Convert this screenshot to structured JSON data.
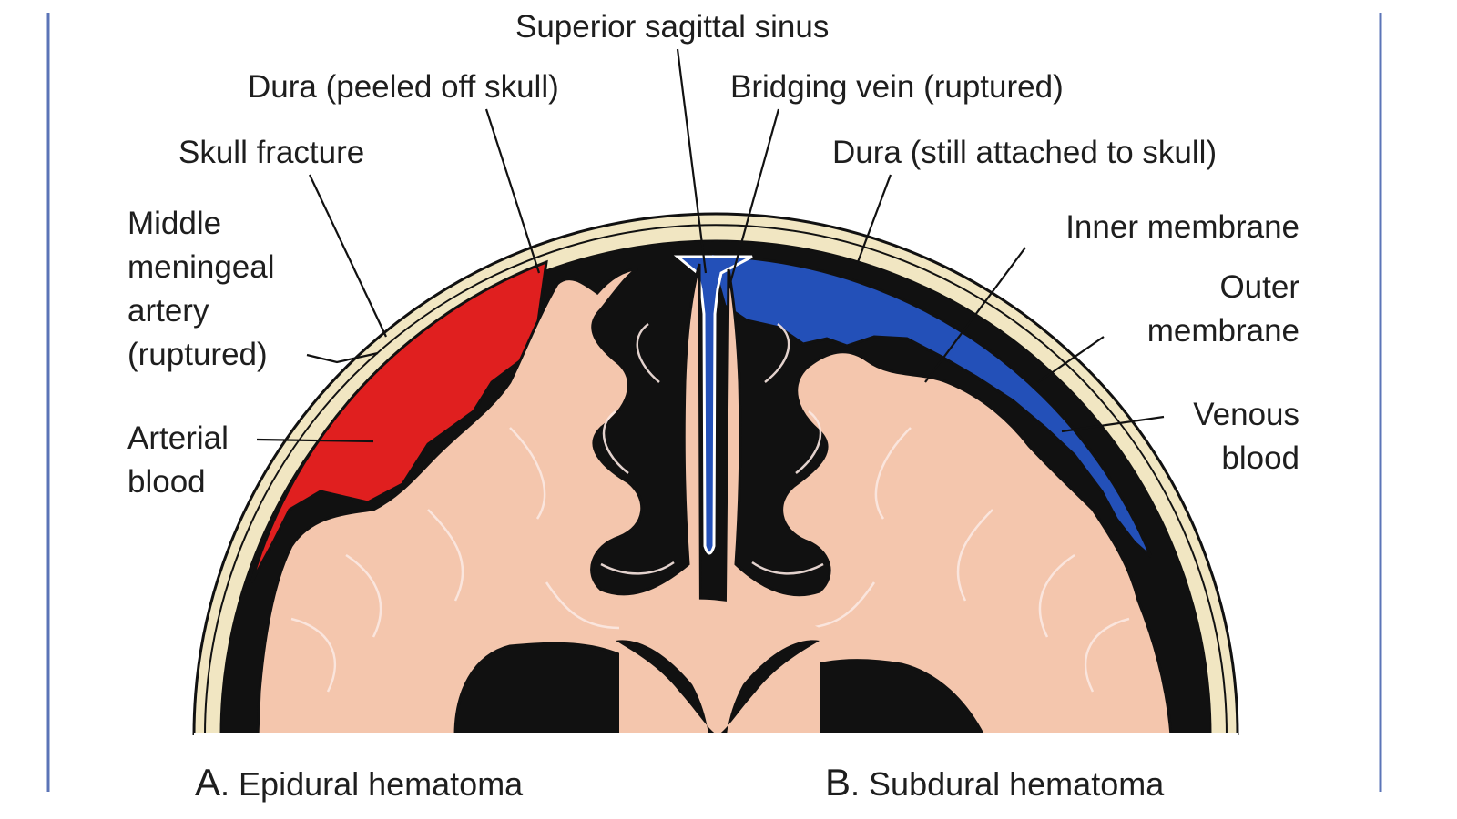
{
  "labels": {
    "superior_sagittal_sinus": "Superior sagittal sinus",
    "dura_peeled": "Dura (peeled off skull)",
    "bridging_vein": "Bridging vein (ruptured)",
    "skull_fracture": "Skull fracture",
    "dura_attached": "Dura (still attached to skull)",
    "middle_meningeal_artery": [
      "Middle",
      "meningeal",
      "artery",
      "(ruptured)"
    ],
    "inner_membrane": "Inner membrane",
    "outer_membrane": [
      "Outer",
      "membrane"
    ],
    "arterial_blood": [
      "Arterial",
      "blood"
    ],
    "venous_blood": [
      "Venous",
      "blood"
    ]
  },
  "captions": {
    "a": {
      "letter": "A",
      "text": "Epidural hematoma"
    },
    "b": {
      "letter": "B",
      "text": "Subdural hematoma"
    }
  },
  "colors": {
    "arterial_blood": "#e01f1f",
    "venous_blood": "#2350b8",
    "brain_tissue": "#f4c6ad",
    "skull_bone": "#f1e6c2",
    "outline": "#111111",
    "frame": "#5b74b7"
  }
}
